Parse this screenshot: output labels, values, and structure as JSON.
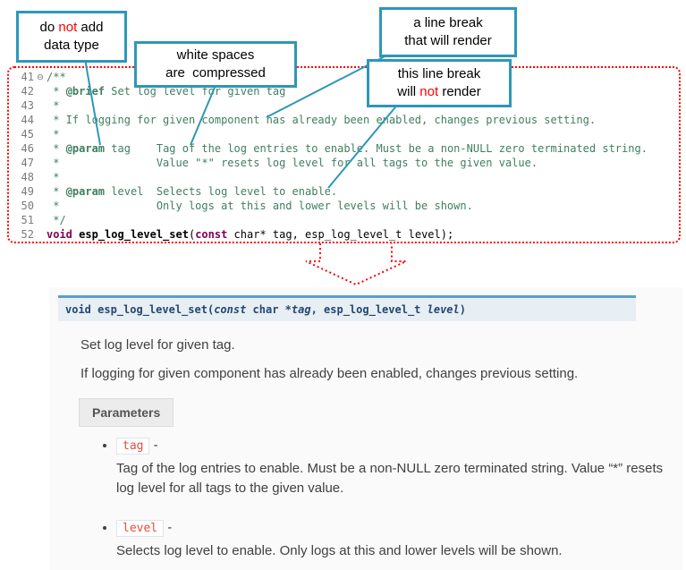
{
  "callouts": {
    "no_datatype": {
      "l1_pre": "do ",
      "l1_red": "not",
      "l1_post": " add",
      "l2": "data type"
    },
    "whitespace": {
      "l1": "white spaces",
      "l2": "are  compressed"
    },
    "break_render": {
      "l1": "a line break",
      "l2": "that will render"
    },
    "break_norender": {
      "l1": "this line break",
      "l2_pre": "will ",
      "l2_red": "not",
      "l2_post": " render"
    }
  },
  "code": {
    "lines": [
      {
        "num": "41",
        "fold": "⊖",
        "segs": [
          {
            "t": "/**",
            "c": "cm"
          }
        ]
      },
      {
        "num": "42",
        "fold": "",
        "segs": [
          {
            "t": " * ",
            "c": "cm"
          },
          {
            "t": "@brief",
            "c": "tag"
          },
          {
            "t": " Set log level for given tag",
            "c": "cm"
          }
        ]
      },
      {
        "num": "43",
        "fold": "",
        "segs": [
          {
            "t": " *",
            "c": "cm"
          }
        ]
      },
      {
        "num": "44",
        "fold": "",
        "segs": [
          {
            "t": " * If logging for given component has already been enabled, changes previous setting.",
            "c": "cm"
          }
        ]
      },
      {
        "num": "45",
        "fold": "",
        "segs": [
          {
            "t": " *",
            "c": "cm"
          }
        ]
      },
      {
        "num": "46",
        "fold": "",
        "segs": [
          {
            "t": " * ",
            "c": "cm"
          },
          {
            "t": "@param",
            "c": "tag"
          },
          {
            "t": " tag    Tag of the log entries to enable. Must be a non-NULL zero terminated string.",
            "c": "cm"
          }
        ]
      },
      {
        "num": "47",
        "fold": "",
        "segs": [
          {
            "t": " *               Value \"*\" resets log level for all tags to the given value.",
            "c": "cm"
          }
        ]
      },
      {
        "num": "48",
        "fold": "",
        "segs": [
          {
            "t": " *",
            "c": "cm"
          }
        ]
      },
      {
        "num": "49",
        "fold": "",
        "segs": [
          {
            "t": " * ",
            "c": "cm"
          },
          {
            "t": "@param",
            "c": "tag"
          },
          {
            "t": " level  Selects log level to enable.",
            "c": "cm"
          }
        ]
      },
      {
        "num": "50",
        "fold": "",
        "segs": [
          {
            "t": " *               Only logs at this and lower levels will be shown.",
            "c": "cm"
          }
        ]
      },
      {
        "num": "51",
        "fold": "",
        "segs": [
          {
            "t": " */",
            "c": "cm"
          }
        ]
      },
      {
        "num": "52",
        "fold": "",
        "segs": [
          {
            "t": "void",
            "c": "kw"
          },
          {
            "t": " ",
            "c": "p"
          },
          {
            "t": "esp_log_level_set",
            "c": "fn"
          },
          {
            "t": "(",
            "c": "p"
          },
          {
            "t": "const",
            "c": "kw"
          },
          {
            "t": " char* tag, esp_log_level_t level);",
            "c": "p"
          }
        ]
      }
    ]
  },
  "docs": {
    "signature": {
      "segs": [
        {
          "t": "void ",
          "c": "b"
        },
        {
          "t": "esp_log_level_set",
          "c": "b"
        },
        {
          "t": "(",
          "c": "b"
        },
        {
          "t": "const",
          "c": "bi"
        },
        {
          "t": "  char *",
          "c": "n"
        },
        {
          "t": "tag",
          "c": "bi"
        },
        {
          "t": ", ",
          "c": "n"
        },
        {
          "t": "esp_log_level_t ",
          "c": "n"
        },
        {
          "t": "level",
          "c": "bi"
        },
        {
          "t": ")",
          "c": "b"
        }
      ]
    },
    "p1": "Set log level for given tag.",
    "p2": "If logging for given component has already been enabled, changes previous setting.",
    "params_label": "Parameters",
    "params": [
      {
        "name": "tag",
        "dash": "-",
        "desc": "Tag of the log entries to enable. Must be a non-NULL zero terminated string. Value “*” resets log level for all tags to the given value."
      },
      {
        "name": "level",
        "dash": "-",
        "desc": "Selects log level to enable. Only logs at this and lower levels will be shown."
      }
    ]
  },
  "colors": {
    "callout_border": "#2e97b7",
    "annotation_red": "#ff0000",
    "comment_green": "#3f7f5f",
    "keyword_maroon": "#7f0055",
    "docs_accent_bar": "#5b9fc9",
    "param_name_red": "#e74c3c"
  }
}
